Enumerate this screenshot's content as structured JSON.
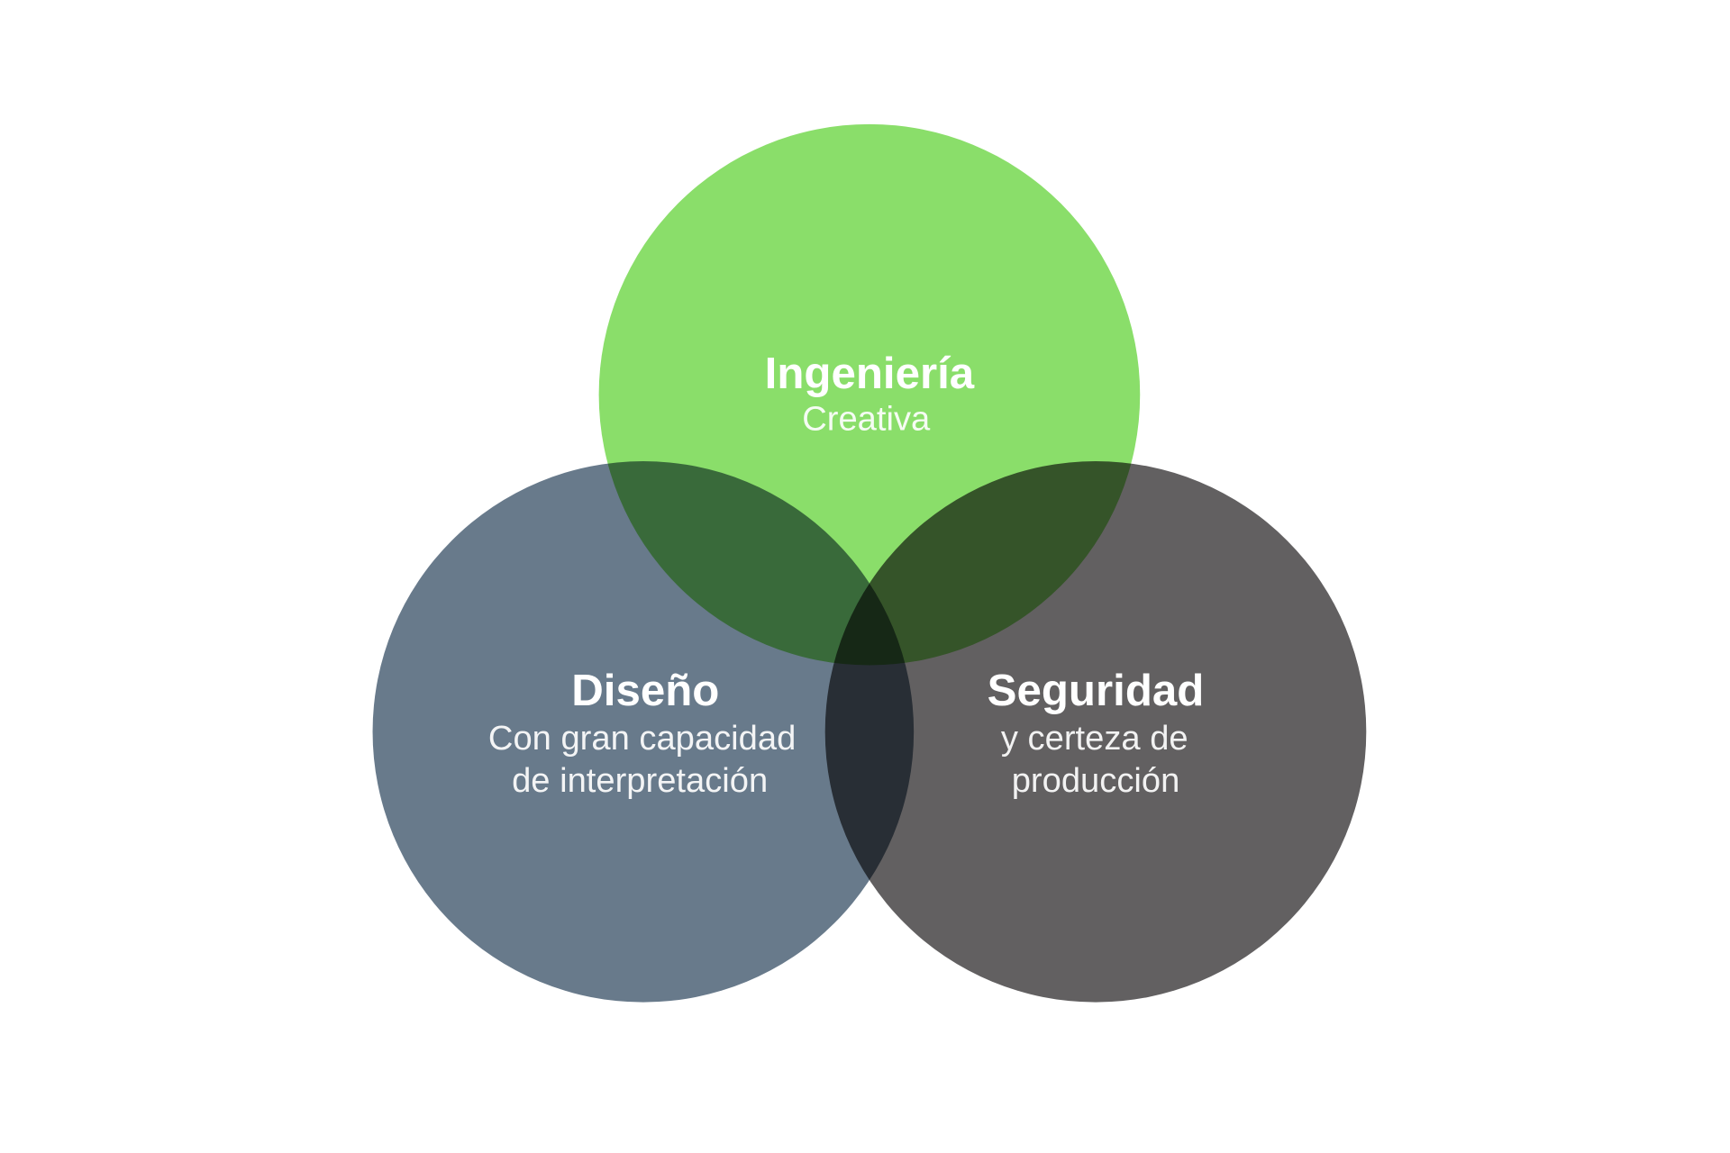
{
  "colors": {
    "green": "#8ade6a",
    "slate": "#687a8b",
    "gray": "#626061",
    "background": "#ffffff"
  },
  "circles": [
    {
      "id": "ingenieria",
      "title": "Ingeniería",
      "lines": [
        "Creativa"
      ]
    },
    {
      "id": "diseno",
      "title": "Diseño",
      "lines": [
        "Con gran capacidad",
        "de interpretación"
      ]
    },
    {
      "id": "seguridad",
      "title": "Seguridad",
      "lines": [
        "y certeza de",
        "producción"
      ]
    }
  ]
}
